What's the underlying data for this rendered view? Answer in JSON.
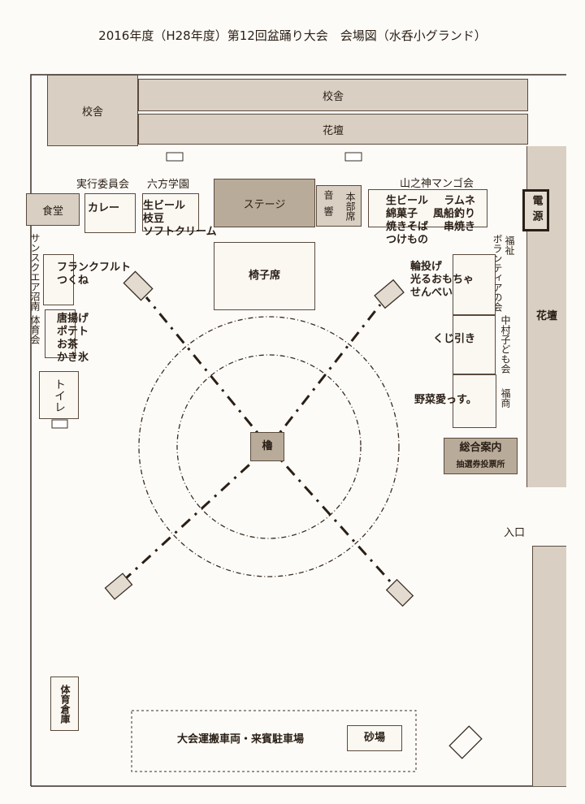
{
  "title": "2016年度（H28年度）第12回盆踊り大会　会場図（水呑小グランド）",
  "buildings": {
    "school_left": "校舎",
    "school_top": "校舎",
    "flowerbed_top": "花壇",
    "flowerbed_right": "花壇",
    "stage": "ステージ",
    "sound": "音響",
    "hq": "本部席",
    "seats": "椅子席",
    "cafeteria": "食堂",
    "toilet": "トイレ",
    "power": "電源",
    "yagura": "櫓",
    "storage": "体育倉庫",
    "sandbox": "砂場",
    "parking": "大会運搬車両・来賓駐車場",
    "entrance": "入口"
  },
  "info_booth": {
    "title": "総合案内",
    "subtitle": "抽選券投票所"
  },
  "groups": {
    "executive": "実行委員会",
    "roppo": "六方学園",
    "yamanokami": "山之神マンゴ会",
    "sunsquare": "サンスクエア沼南",
    "sports_club": "体育会",
    "welfare": "福祉",
    "volunteer": "ボランティアの会",
    "nakamura": "中村子ども会",
    "fukusho": "福商"
  },
  "stalls": {
    "curry": "カレー",
    "roppo_items": [
      "生ビール",
      "枝豆",
      "ソフトクリーム"
    ],
    "yama_left": [
      "生ビール",
      "綿菓子",
      "焼きそば",
      "つけもの"
    ],
    "yama_right": [
      "ラムネ",
      "風船釣り",
      "串焼き"
    ],
    "frank": [
      "フランクフルト",
      "つくね"
    ],
    "karaage": [
      "唐揚げ",
      "ポテト",
      "お茶",
      "かき氷"
    ],
    "volunteer_items": [
      "輪投げ",
      "光るおもちゃ",
      "せんべい"
    ],
    "lottery": "くじ引き",
    "vegetables": "野菜愛っす。"
  }
}
